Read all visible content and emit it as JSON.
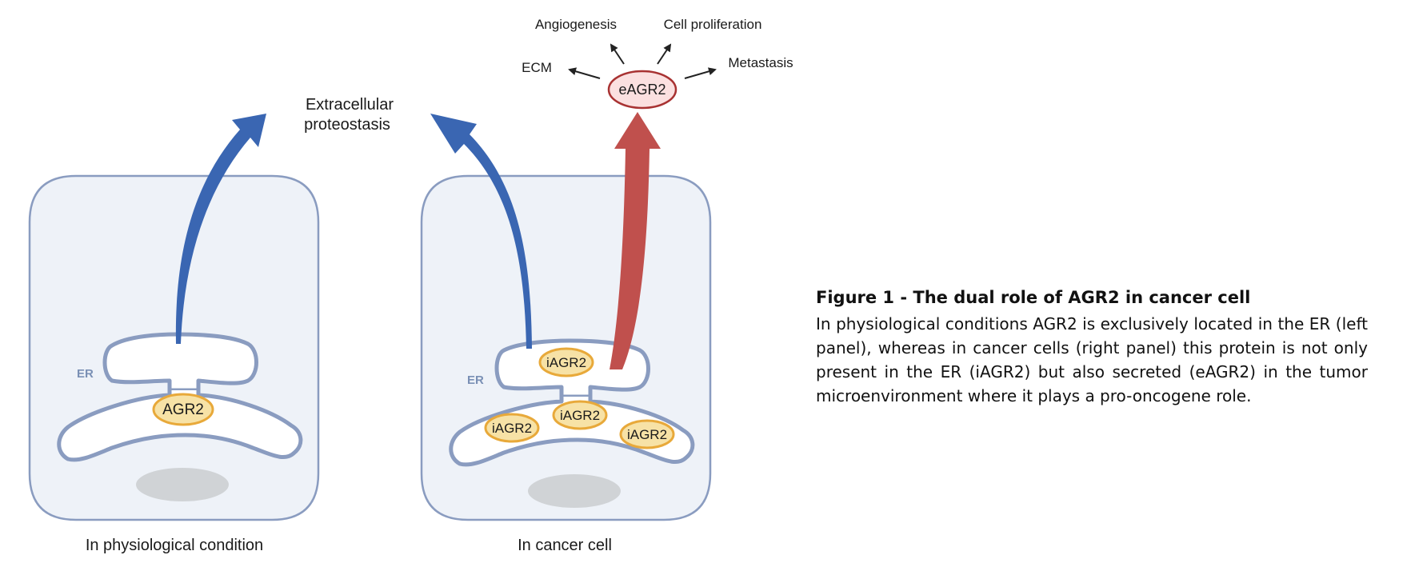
{
  "diagram": {
    "left_panel_label": "In physiological condition",
    "right_panel_label": "In cancer cell",
    "extracellular_label_line1": "Extracellular",
    "extracellular_label_line2": "proteostasis",
    "er_label": "ER",
    "agr2_label": "AGR2",
    "iagr2_label": "iAGR2",
    "eagr2_label": "eAGR2",
    "effects": [
      "Angiogenesis",
      "Cell proliferation",
      "ECM",
      "Metastasis"
    ]
  },
  "caption": {
    "title": "Figure 1 - The dual role of AGR2 in cancer cell",
    "text": "In physiological conditions AGR2 is exclusively located in the ER (left panel), whereas in cancer cells (right panel) this protein is not only present in the ER (iAGR2) but also secreted (eAGR2) in the tumor microenvironment where it plays a pro-oncogene role."
  },
  "colors": {
    "cell_fill": "#eef2f8",
    "cell_stroke": "#8a9cc0",
    "blue_arrow": "#3a66b2",
    "red_arrow": "#c0504d",
    "protein_fill": "#f7e2a6",
    "protein_stroke": "#e8a93a",
    "eagr2_fill": "#fbe0e0",
    "eagr2_stroke": "#a83232",
    "nucleus": "#d0d3d6"
  }
}
